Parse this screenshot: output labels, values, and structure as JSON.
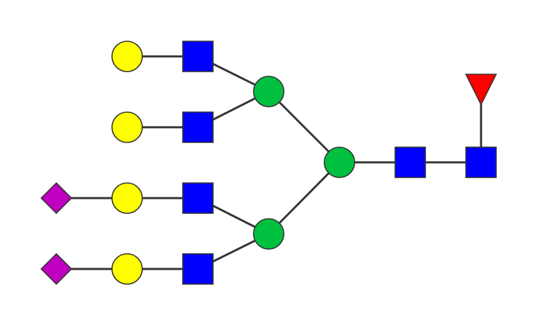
{
  "glycan": {
    "colors": {
      "background": "#ffffff",
      "edge": "#333333",
      "GlcNAc": "#0000ff",
      "Man": "#00c040",
      "Gal": "#ffff00",
      "NeuAc": "#c000c0",
      "Fuc": "#ff0000"
    },
    "nodes": [
      {
        "id": "gal-1",
        "type": "Gal",
        "shape": "circle"
      },
      {
        "id": "gal-2",
        "type": "Gal",
        "shape": "circle"
      },
      {
        "id": "gal-3",
        "type": "Gal",
        "shape": "circle"
      },
      {
        "id": "gal-4",
        "type": "Gal",
        "shape": "circle"
      },
      {
        "id": "neuac-1",
        "type": "NeuAc",
        "shape": "diamond"
      },
      {
        "id": "neuac-2",
        "type": "NeuAc",
        "shape": "diamond"
      },
      {
        "id": "glcnac-1",
        "type": "GlcNAc",
        "shape": "square"
      },
      {
        "id": "glcnac-2",
        "type": "GlcNAc",
        "shape": "square"
      },
      {
        "id": "glcnac-3",
        "type": "GlcNAc",
        "shape": "square"
      },
      {
        "id": "glcnac-4",
        "type": "GlcNAc",
        "shape": "square"
      },
      {
        "id": "man-upper",
        "type": "Man",
        "shape": "circle"
      },
      {
        "id": "man-lower",
        "type": "Man",
        "shape": "circle"
      },
      {
        "id": "man-core",
        "type": "Man",
        "shape": "circle"
      },
      {
        "id": "glcnac-core-1",
        "type": "GlcNAc",
        "shape": "square"
      },
      {
        "id": "glcnac-core-2",
        "type": "GlcNAc",
        "shape": "square"
      },
      {
        "id": "fuc-1",
        "type": "Fuc",
        "shape": "triangle"
      }
    ],
    "edges": [
      [
        "gal-1",
        "glcnac-1"
      ],
      [
        "gal-2",
        "glcnac-2"
      ],
      [
        "neuac-1",
        "gal-3"
      ],
      [
        "gal-3",
        "glcnac-3"
      ],
      [
        "neuac-2",
        "gal-4"
      ],
      [
        "gal-4",
        "glcnac-4"
      ],
      [
        "glcnac-1",
        "man-upper"
      ],
      [
        "glcnac-2",
        "man-upper"
      ],
      [
        "glcnac-3",
        "man-lower"
      ],
      [
        "glcnac-4",
        "man-lower"
      ],
      [
        "man-upper",
        "man-core"
      ],
      [
        "man-lower",
        "man-core"
      ],
      [
        "man-core",
        "glcnac-core-1"
      ],
      [
        "glcnac-core-1",
        "glcnac-core-2"
      ],
      [
        "fuc-1",
        "glcnac-core-2"
      ]
    ]
  }
}
